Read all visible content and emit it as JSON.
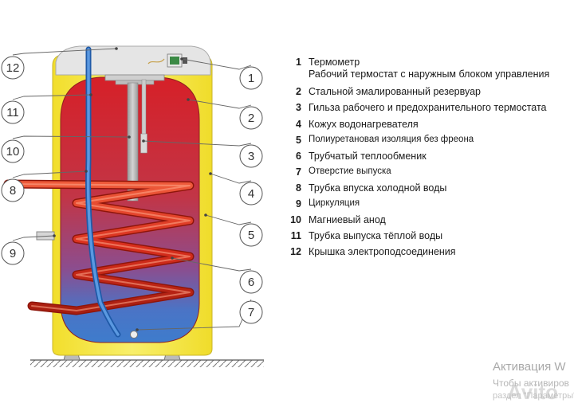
{
  "callouts": [
    {
      "num": "12",
      "side": "left"
    },
    {
      "num": "1",
      "side": "right"
    },
    {
      "num": "11",
      "side": "left"
    },
    {
      "num": "2",
      "side": "right"
    },
    {
      "num": "10",
      "side": "left"
    },
    {
      "num": "3",
      "side": "right"
    },
    {
      "num": "8",
      "side": "left"
    },
    {
      "num": "4",
      "side": "right"
    },
    {
      "num": "5",
      "side": "right"
    },
    {
      "num": "9",
      "side": "left"
    },
    {
      "num": "6",
      "side": "right"
    },
    {
      "num": "7",
      "side": "right"
    }
  ],
  "legend": [
    {
      "num": "1",
      "text": "Термометр",
      "sub": "Рабочий термостат с наружным блоком управления"
    },
    {
      "num": "2",
      "text": "Стальной эмалированный резервуар"
    },
    {
      "num": "3",
      "text": "Гильза рабочего и предохранительного термостата"
    },
    {
      "num": "4",
      "text": "Кожух водонагревателя"
    },
    {
      "num": "5",
      "text": "Полиуретановая изоляция без фреона"
    },
    {
      "num": "6",
      "text": "Трубчатый теплообменик"
    },
    {
      "num": "7",
      "text": "Отверстие выпуска"
    },
    {
      "num": "8",
      "text": "Трубка впуска холодной воды"
    },
    {
      "num": "9",
      "text": "Циркуляция"
    },
    {
      "num": "10",
      "text": "Магниевый анод"
    },
    {
      "num": "11",
      "text": "Трубка выпуска тёплой воды"
    },
    {
      "num": "12",
      "text": "Крышка электроподсоединения"
    }
  ],
  "watermark": {
    "activation_title": "Активация W",
    "activation_sub": "Чтобы активиров",
    "activation_sub2": "раздел \"Параметры\"",
    "brand": "Avito"
  },
  "colors": {
    "casing": "#f4e640",
    "tank_top": "#d8202a",
    "tank_bottom": "#3f78c8",
    "coil": "#d8341f",
    "outlet_pipe": "#3d7fd1",
    "anode": "#b8b8b8",
    "cover": "#e6e6e6"
  }
}
